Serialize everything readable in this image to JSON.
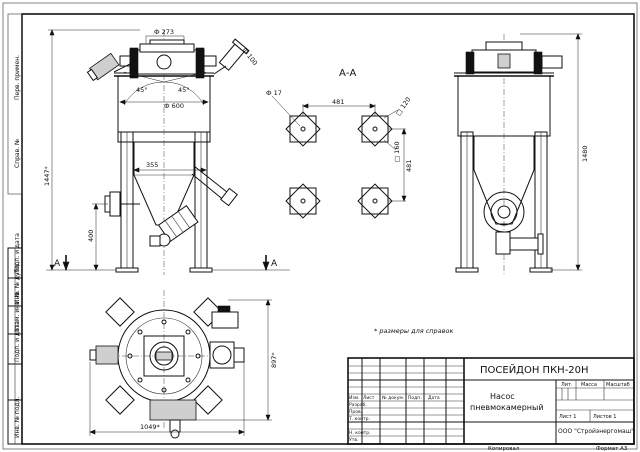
{
  "views": {
    "front": {
      "dim_top_diameter": "Ф 273",
      "dim_branch_diameter": "Ф 100",
      "dim_angle_left": "45°",
      "dim_angle_right": "45°",
      "dim_body_diameter": "Ф 600",
      "dim_355": "355",
      "dim_400": "400",
      "dim_height": "1447*",
      "section_mark_left": "А",
      "section_mark_right": "А"
    },
    "section": {
      "title": "А-А",
      "dim_hole_diameter": "Ф 17",
      "dim_481_horizontal": "481",
      "dim_481_vertical": "481",
      "dim_square_120": "□ 120",
      "dim_square_160": "□ 160"
    },
    "side": {
      "dim_height": "1480"
    },
    "plan": {
      "dim_897": "897*",
      "dim_1049": "1049*"
    }
  },
  "note": "* размеры для справок",
  "title_block": {
    "product_name": "ПОСЕЙДОН ПКН-20Н",
    "description_line1": "Насос",
    "description_line2": "пневмокамерный",
    "col_izm": "Изм.",
    "col_list": "Лист",
    "col_doc_no": "№ докум.",
    "col_sign": "Подп.",
    "col_date": "Дата",
    "row_razrab": "Разраб.",
    "row_prov": "Пров.",
    "row_tkontr": "Т. контр.",
    "row_nkontr": "Н. контр.",
    "row_utv": "Утв.",
    "hdr_lit": "Лит.",
    "hdr_massa": "Масса",
    "hdr_masshtab": "Масштаб",
    "sheet_label": "Лист 1",
    "sheets_label": "Листов 1",
    "company": "ООО \"Стройэнергомаш\"",
    "copied": "Копировал",
    "format": "Формат А3"
  },
  "side_stamp": {
    "field1": "Справ. №",
    "field2": "Подп. и дата",
    "field3": "Инв. № дубл.",
    "field4": "Взам. инв. №",
    "field5": "Подп. и дата",
    "field6": "Инв. № подл.",
    "field7": "Перв. примен."
  }
}
